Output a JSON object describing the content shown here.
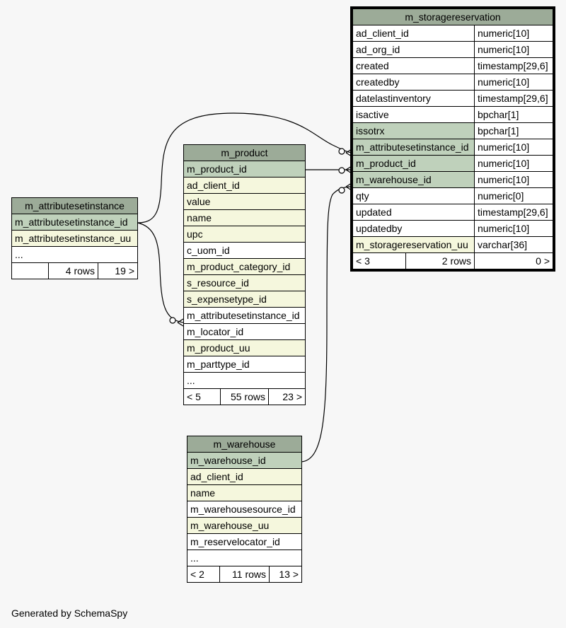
{
  "tables": {
    "m_attributesetinstance": {
      "name": "m_attributesetinstance",
      "columns": [
        {
          "name": "m_attributesetinstance_id",
          "kind": "pk"
        },
        {
          "name": "m_attributesetinstance_uu",
          "kind": "idx"
        },
        {
          "name": "...",
          "kind": "plain"
        }
      ],
      "footer": {
        "left": "",
        "mid": "4 rows",
        "right": "19 >"
      }
    },
    "m_product": {
      "name": "m_product",
      "columns": [
        {
          "name": "m_product_id",
          "kind": "pk"
        },
        {
          "name": "ad_client_id",
          "kind": "idx"
        },
        {
          "name": "value",
          "kind": "idx"
        },
        {
          "name": "name",
          "kind": "idx"
        },
        {
          "name": "upc",
          "kind": "idx"
        },
        {
          "name": "c_uom_id",
          "kind": "plain"
        },
        {
          "name": "m_product_category_id",
          "kind": "idx"
        },
        {
          "name": "s_resource_id",
          "kind": "idx"
        },
        {
          "name": "s_expensetype_id",
          "kind": "idx"
        },
        {
          "name": "m_attributesetinstance_id",
          "kind": "plain"
        },
        {
          "name": "m_locator_id",
          "kind": "plain"
        },
        {
          "name": "m_product_uu",
          "kind": "idx"
        },
        {
          "name": "m_parttype_id",
          "kind": "plain"
        },
        {
          "name": "...",
          "kind": "plain"
        }
      ],
      "footer": {
        "left": "< 5",
        "mid": "55 rows",
        "right": "23 >"
      }
    },
    "m_warehouse": {
      "name": "m_warehouse",
      "columns": [
        {
          "name": "m_warehouse_id",
          "kind": "pk"
        },
        {
          "name": "ad_client_id",
          "kind": "idx"
        },
        {
          "name": "name",
          "kind": "idx"
        },
        {
          "name": "m_warehousesource_id",
          "kind": "plain"
        },
        {
          "name": "m_warehouse_uu",
          "kind": "idx"
        },
        {
          "name": "m_reservelocator_id",
          "kind": "plain"
        },
        {
          "name": "...",
          "kind": "plain"
        }
      ],
      "footer": {
        "left": "< 2",
        "mid": "11 rows",
        "right": "13 >"
      }
    },
    "m_storagereservation": {
      "name": "m_storagereservation",
      "columns": [
        {
          "name": "ad_client_id",
          "type": "numeric[10]",
          "kind": "plain"
        },
        {
          "name": "ad_org_id",
          "type": "numeric[10]",
          "kind": "plain"
        },
        {
          "name": "created",
          "type": "timestamp[29,6]",
          "kind": "plain"
        },
        {
          "name": "createdby",
          "type": "numeric[10]",
          "kind": "plain"
        },
        {
          "name": "datelastinventory",
          "type": "timestamp[29,6]",
          "kind": "plain"
        },
        {
          "name": "isactive",
          "type": "bpchar[1]",
          "kind": "plain"
        },
        {
          "name": "issotrx",
          "type": "bpchar[1]",
          "kind": "pk"
        },
        {
          "name": "m_attributesetinstance_id",
          "type": "numeric[10]",
          "kind": "pk"
        },
        {
          "name": "m_product_id",
          "type": "numeric[10]",
          "kind": "pk"
        },
        {
          "name": "m_warehouse_id",
          "type": "numeric[10]",
          "kind": "pk"
        },
        {
          "name": "qty",
          "type": "numeric[0]",
          "kind": "plain"
        },
        {
          "name": "updated",
          "type": "timestamp[29,6]",
          "kind": "plain"
        },
        {
          "name": "updatedby",
          "type": "numeric[10]",
          "kind": "plain"
        },
        {
          "name": "m_storagereservation_uu",
          "type": "varchar[36]",
          "kind": "idx"
        }
      ],
      "footer": {
        "left": "< 3",
        "mid": "2 rows",
        "right": "0 >"
      }
    }
  },
  "generated_by": "Generated by SchemaSpy"
}
